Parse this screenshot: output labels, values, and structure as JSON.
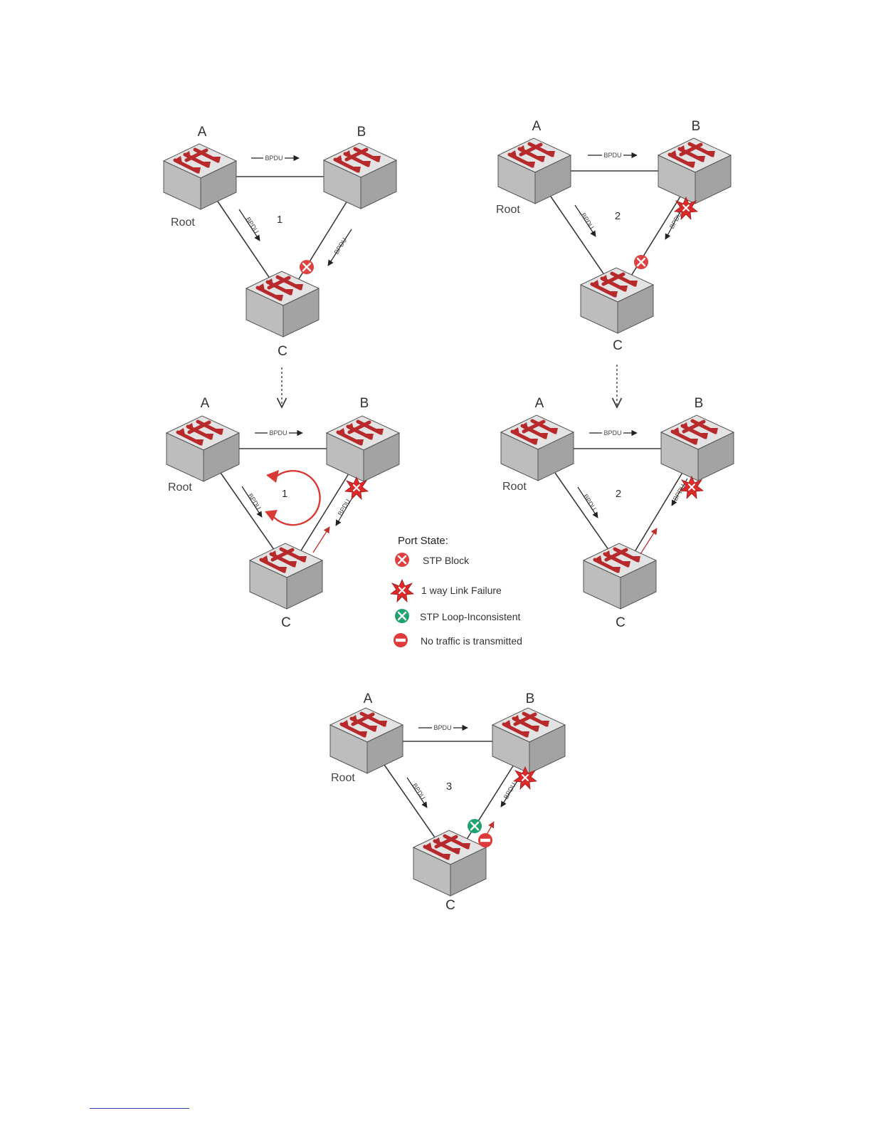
{
  "diagrams": [
    {
      "id": "d1",
      "step": "1",
      "nodes": {
        "a": "A",
        "b": "B",
        "c": "C"
      },
      "root": "Root",
      "bpdu": [
        "BPDU",
        "BPDU",
        "BPDU"
      ],
      "states": [
        "stp-block"
      ]
    },
    {
      "id": "d2",
      "step": "2",
      "nodes": {
        "a": "A",
        "b": "B",
        "c": "C"
      },
      "root": "Root",
      "bpdu": [
        "BPDU",
        "BPDU",
        "BPDU"
      ],
      "states": [
        "one-way-link-failure",
        "stp-block"
      ]
    },
    {
      "id": "d3",
      "step": "1",
      "nodes": {
        "a": "A",
        "b": "B",
        "c": "C"
      },
      "root": "Root",
      "bpdu": [
        "BPDU",
        "BPDU",
        "BPDU"
      ],
      "states": [
        "one-way-link-failure",
        "loop"
      ]
    },
    {
      "id": "d4",
      "step": "2",
      "nodes": {
        "a": "A",
        "b": "B",
        "c": "C"
      },
      "root": "Root",
      "bpdu": [
        "BPDU",
        "BPDU",
        "BPDU"
      ],
      "states": [
        "one-way-link-failure"
      ]
    },
    {
      "id": "d5",
      "step": "3",
      "nodes": {
        "a": "A",
        "b": "B",
        "c": "C"
      },
      "root": "Root",
      "bpdu": [
        "BPDU",
        "BPDU",
        "BPDU"
      ],
      "states": [
        "one-way-link-failure",
        "stp-loop-inconsistent",
        "no-traffic"
      ]
    }
  ],
  "legend": {
    "title": "Port State:",
    "items": [
      {
        "icon": "stp-block-icon",
        "label": "STP Block"
      },
      {
        "icon": "link-failure-icon",
        "label": "1 way Link Failure"
      },
      {
        "icon": "loop-inconsistent-icon",
        "label": "STP Loop-Inconsistent"
      },
      {
        "icon": "no-traffic-icon",
        "label": "No traffic is transmitted"
      }
    ]
  },
  "colors": {
    "switch_top": "#e3e3e3",
    "switch_left": "#bdbdbd",
    "switch_right": "#a3a3a3",
    "arrow_red": "#b7292a",
    "block_red": "#e0403f",
    "inconsistent_green": "#1ea36e",
    "loop_red": "#d93a35"
  }
}
